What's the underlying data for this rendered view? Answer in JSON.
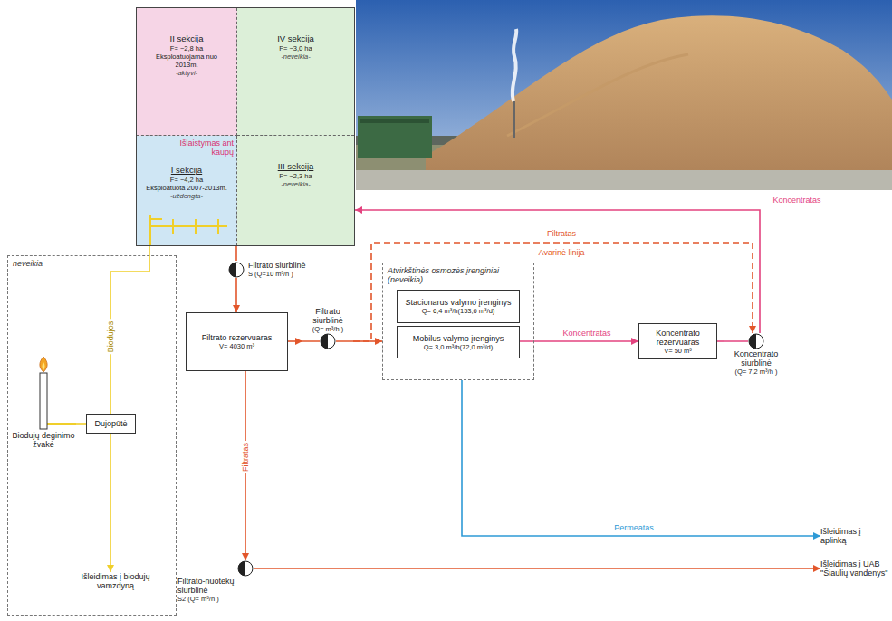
{
  "diagram": {
    "nodes": [
      {
        "text": [
          "Išlaistymas ant kaupų"
        ]
      },
      {
        "text": [
          "II sekcija",
          "F= ~2,8 ha",
          "Eksploatuojama nuo 2013m.",
          "-aktyvi-"
        ],
        "in": 0
      },
      {
        "text": [
          "IV sekcija",
          "F= ~3,0 ha",
          "-neveikia-"
        ],
        "in": 0
      },
      {
        "text": [
          "I sekcija",
          "F= ~4,2 ha",
          "Eksploatuota 2007-2013m.",
          "-uždengta-"
        ],
        "in": 0
      },
      {
        "text": [
          "III sekcija",
          "F= ~2,3 ha",
          "-neveikia-"
        ],
        "in": 0
      },
      {
        "text": [
          "neveikia"
        ]
      },
      {
        "text": [
          "Biodujų deginimo žvakė"
        ],
        "in": 5
      },
      {
        "text": [
          "Dujopūtė"
        ],
        "in": 5
      },
      {
        "text": [
          "Išleidimas į biodujų vamzdyną"
        ],
        "in": 5
      },
      {
        "text": [
          "Filtrato siurblinė",
          "S (Q=10 m³/h )"
        ]
      },
      {
        "text": [
          "Filtrato rezervuaras",
          "V= 4030 m³"
        ]
      },
      {
        "text": [
          "Filtrato siurblinė",
          "(Q= m³/h )"
        ]
      },
      {
        "text": [
          "Atvirkštinės osmozės įrenginiai (neveikia)"
        ]
      },
      {
        "text": [
          "Stacionarus valymo įrenginys",
          "Q= 6,4 m³/h(153,6 m³/d)"
        ],
        "in": 12
      },
      {
        "text": [
          "Mobilus valymo įrenginys",
          "Q= 3,0 m³/h(72,0 m³/d)"
        ],
        "in": 12
      },
      {
        "text": [
          "Koncentrato rezervuaras",
          "V= 50 m³"
        ]
      },
      {
        "text": [
          "Koncentrato siurblinė",
          "(Q= 7,2 m³/h )"
        ]
      },
      {
        "text": [
          "Išleidimas į aplinką"
        ]
      },
      {
        "text": [
          "Filtrato-nuotekų siurblinė",
          "S2 (Q= m³/h )"
        ]
      },
      {
        "text": [
          "Išleidimas į UAB \"Šiaulių vandenys\""
        ]
      }
    ],
    "edges": [
      {
        "from": 3,
        "to": 7,
        "label": "Biodujos",
        "arrow": "none"
      },
      {
        "from": 7,
        "to": 6,
        "arrow": "none"
      },
      {
        "from": 7,
        "to": 8,
        "arrow": "to"
      },
      {
        "from": 0,
        "to": 9,
        "arrow": "none"
      },
      {
        "from": 9,
        "to": 10,
        "arrow": "to"
      },
      {
        "from": 10,
        "to": 11,
        "arrow": "to"
      },
      {
        "from": 11,
        "to": 12,
        "arrow": "to"
      },
      {
        "from": 11,
        "to": 16,
        "label": "Filtratas",
        "arrow": "to"
      },
      {
        "from": 14,
        "to": 15,
        "label": "Koncentratas",
        "arrow": "to"
      },
      {
        "from": 15,
        "to": 16,
        "arrow": "none"
      },
      {
        "from": 16,
        "to": 0,
        "label": "Koncentratas",
        "arrow": "to"
      },
      {
        "from": 12,
        "to": 17,
        "label": "Permeatas",
        "arrow": "to"
      },
      {
        "from": 10,
        "to": 18,
        "label": "Filtratas",
        "arrow": "to"
      },
      {
        "from": 18,
        "to": 19,
        "arrow": "to"
      }
    ],
    "labels": [
      "Avarinė linija"
    ]
  }
}
